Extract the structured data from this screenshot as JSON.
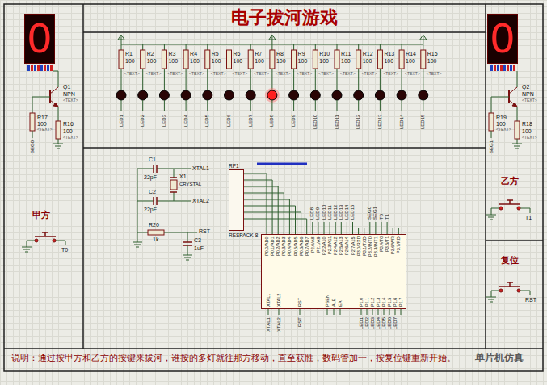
{
  "diagram": {
    "title": "电子拔河游戏",
    "caption": "说明：通过按甲方和乙方的按键来拔河，谁按的多灯就往那方移动，直至获胜，数码管加一，按复位键重新开始。",
    "nodes": [
      {
        "text": [
          "0"
        ]
      },
      {
        "text": [
          "0"
        ]
      },
      {
        "text": [
          "RP1",
          "RESPACK-8"
        ]
      },
      {
        "text": [
          "P0.0/AD0",
          "P0.1/AD1",
          "P0.2/AD2",
          "P0.3/AD3",
          "P0.4/AD4",
          "P0.5/AD5",
          "P0.6/AD6",
          "P0.7/AD7",
          "P2.0/A8",
          "P2.1/A9",
          "P2.2/A10",
          "P2.3/A11",
          "P2.4/A12",
          "P2.5/A13",
          "P2.6/A14",
          "P2.7/A15",
          "P3.0/RXD",
          "P3.1/TXD",
          "P3.2/INT0",
          "P3.3/INT1",
          "P3.4/T0",
          "P3.5/T1",
          "P3.6/WR",
          "P3.7/RD",
          "XTAL1",
          "XTAL2",
          "RST",
          "PSEN",
          "ALE",
          "EA",
          "P1.0",
          "P1.1",
          "P1.2",
          "P1.3",
          "P1.4",
          "P1.5",
          "P1.6",
          "P1.7"
        ]
      }
    ],
    "edges": [
      {
        "from": 2,
        "to": 3,
        "arrow": "none"
      }
    ],
    "labels": [
      "R1",
      "100",
      "<TEXT>",
      "R2",
      "100",
      "<TEXT>",
      "R3",
      "100",
      "<TEXT>",
      "R4",
      "100",
      "<TEXT>",
      "R5",
      "100",
      "<TEXT>",
      "R6",
      "100",
      "<TEXT>",
      "R7",
      "100",
      "<TEXT>",
      "R8",
      "100",
      "<TEXT>",
      "R9",
      "100",
      "<TEXT>",
      "R10",
      "100",
      "<TEXT>",
      "R11",
      "100",
      "<TEXT>",
      "R12",
      "100",
      "<TEXT>",
      "R13",
      "100",
      "<TEXT>",
      "R14",
      "100",
      "<TEXT>",
      "R15",
      "100",
      "<TEXT>",
      "LED1",
      "LED2",
      "LED3",
      "LED4",
      "LED5",
      "LED6",
      "LED7",
      "LED8",
      "LED9",
      "LED10",
      "LED11",
      "LED12",
      "LED13",
      "LED14",
      "LED15",
      "Q1",
      "NPN",
      "<TEXT>",
      "R17",
      "100",
      "<TEXT>",
      "R16",
      "100",
      "<TEXT>",
      "SEG0",
      "甲方",
      "T0",
      "Q2",
      "NPN",
      "<TEXT>",
      "R19",
      "100",
      "<TEXT>",
      "R18",
      "100",
      "<TEXT>",
      "SEG1",
      "乙方",
      "T1",
      "复位",
      "RST",
      "C1",
      "22pF",
      "XTAL1",
      "C2",
      "22pF",
      "X1",
      "CRYSTAL",
      "XTAL2",
      "R20",
      "1k",
      "C3",
      "1uF",
      "RST",
      "LED8",
      "LED9",
      "LED10",
      "LED11",
      "LED12",
      "LED13",
      "LED14",
      "LED15",
      "SEG0",
      "SEG1",
      "T0",
      "T1",
      "LED1",
      "LED2",
      "LED3",
      "LED4",
      "LED5",
      "LED6",
      "LED7",
      "XTAL1",
      "XTAL2",
      "RST",
      "单片机仿真"
    ]
  }
}
